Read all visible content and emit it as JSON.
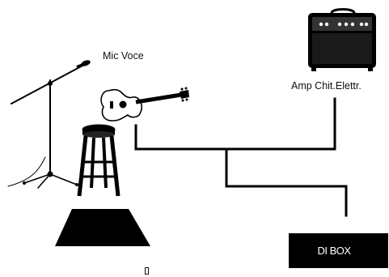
{
  "labels": {
    "mic_voce": "Mic Voce",
    "amp": "Amp Chit.Elettr.",
    "di_box": "DI BOX"
  },
  "icons": [
    "mic-stand-icon",
    "acoustic-guitar-icon",
    "bar-stool-icon",
    "stage-riser-icon",
    "guitar-amp-icon"
  ],
  "colors": {
    "ink": "#000000",
    "background": "#ffffff",
    "di_text": "#ffffff"
  }
}
